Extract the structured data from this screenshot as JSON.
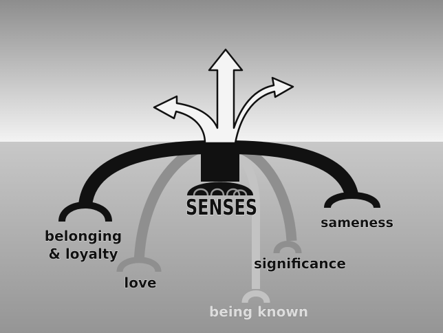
{
  "center_label": "SENSES",
  "labels": {
    "belonging_line1": "belonging",
    "belonging_line2": "& loyalty",
    "love": "love",
    "being_known": "being known",
    "significance": "significance",
    "sameness": "sameness"
  },
  "colors": {
    "sky_top": "#8d8d8d",
    "sky_bottom": "#f2f2f2",
    "ground_top": "#c6c6c6",
    "ground_bottom": "#979797",
    "black_arc": "#111111",
    "mid_gray_arc": "#8f8f8f",
    "light_gray_arc": "#c3c3c3",
    "arrow_fill": "#f4f4f4",
    "being_known_text": "#dddddd"
  }
}
